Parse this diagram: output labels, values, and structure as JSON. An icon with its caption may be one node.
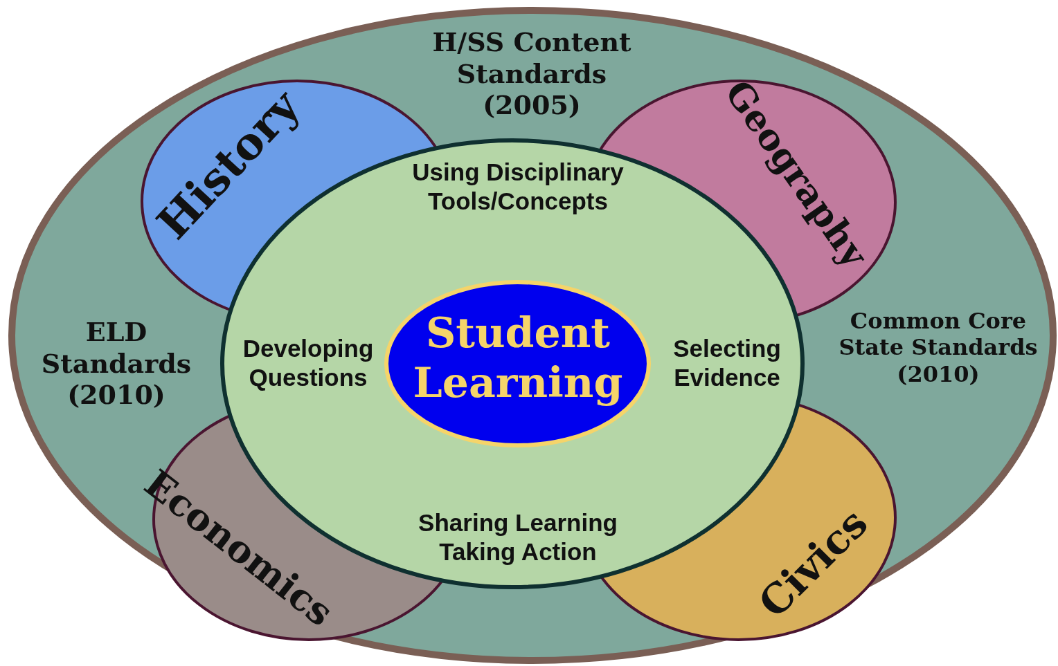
{
  "diagram": {
    "nodes": [
      {
        "text": [
          "H/SS Content Standards (2005)",
          "ELD Standards (2010)",
          "Common Core State Standards (2010)"
        ]
      },
      {
        "text": [
          "History"
        ],
        "in": 0
      },
      {
        "text": [
          "Geography"
        ],
        "in": 0
      },
      {
        "text": [
          "Economics"
        ],
        "in": 0
      },
      {
        "text": [
          "Civics"
        ],
        "in": 0
      },
      {
        "text": [
          "Using Disciplinary Tools/Concepts",
          "Developing Questions",
          "Selecting Evidence",
          "Sharing Learning Taking Action"
        ],
        "in": 0
      },
      {
        "text": [
          "Student Learning"
        ],
        "in": 5
      }
    ],
    "edges": []
  }
}
